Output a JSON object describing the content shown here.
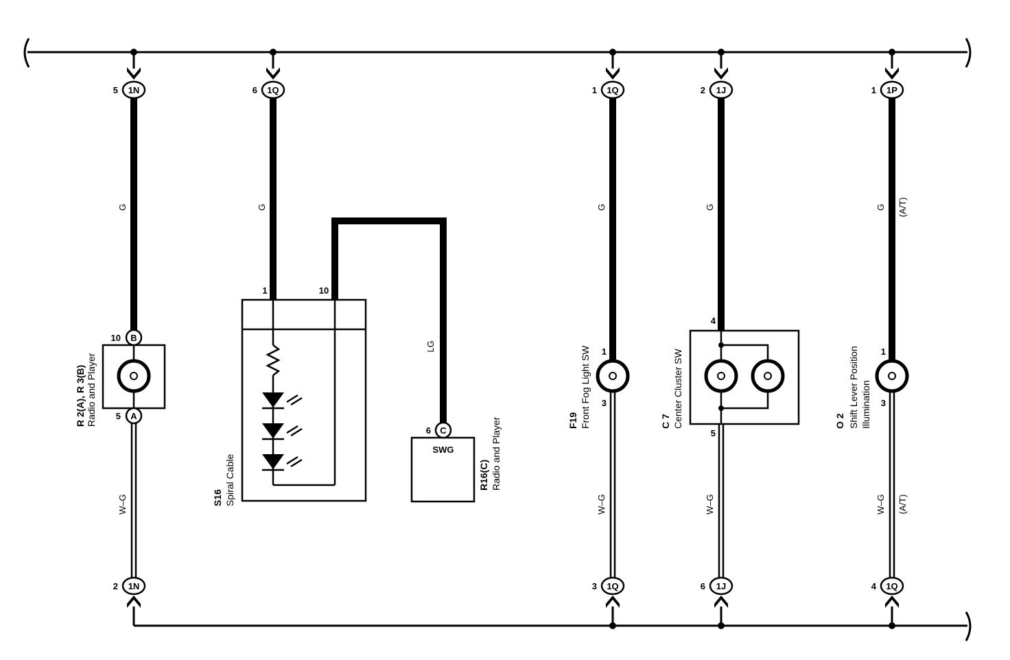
{
  "connectors": {
    "c1": {
      "pin": "5",
      "name": "1N"
    },
    "c2": {
      "pin": "6",
      "name": "1Q"
    },
    "c3": {
      "pin": "1",
      "name": "1Q"
    },
    "c4": {
      "pin": "2",
      "name": "1J"
    },
    "c5": {
      "pin": "1",
      "name": "1P"
    },
    "b1": {
      "pin": "2",
      "name": "1N"
    },
    "b3": {
      "pin": "3",
      "name": "1Q"
    },
    "b4": {
      "pin": "6",
      "name": "1J"
    },
    "b5": {
      "pin": "4",
      "name": "1Q"
    }
  },
  "wires": {
    "g": "G",
    "wg": "W–G",
    "lg": "LG",
    "at": "(A/T)"
  },
  "components": {
    "radio_ab": {
      "code": "R 2(A), R 3(B)",
      "name": "Radio and Player",
      "pin_top": "10",
      "conn_top": "B",
      "pin_bottom": "5",
      "conn_bottom": "A"
    },
    "spiral": {
      "code": "S16",
      "name": "Spiral Cable",
      "pin1": "1",
      "pin2": "10"
    },
    "radio_c": {
      "code": "R16(C)",
      "name": "Radio and Player",
      "pin": "6",
      "conn": "C",
      "terminal": "SWG"
    },
    "fog": {
      "code": "F19",
      "name": "Front Fog Light SW",
      "pin_top": "1",
      "pin_bottom": "3"
    },
    "cluster": {
      "code": "C 7",
      "name": "Center Cluster SW",
      "pin_top": "4",
      "pin_bottom": "5"
    },
    "shift": {
      "code": "O 2",
      "name1": "Shift Lever Position",
      "name2": "Illumination",
      "pin_top": "1",
      "pin_bottom": "3"
    }
  }
}
